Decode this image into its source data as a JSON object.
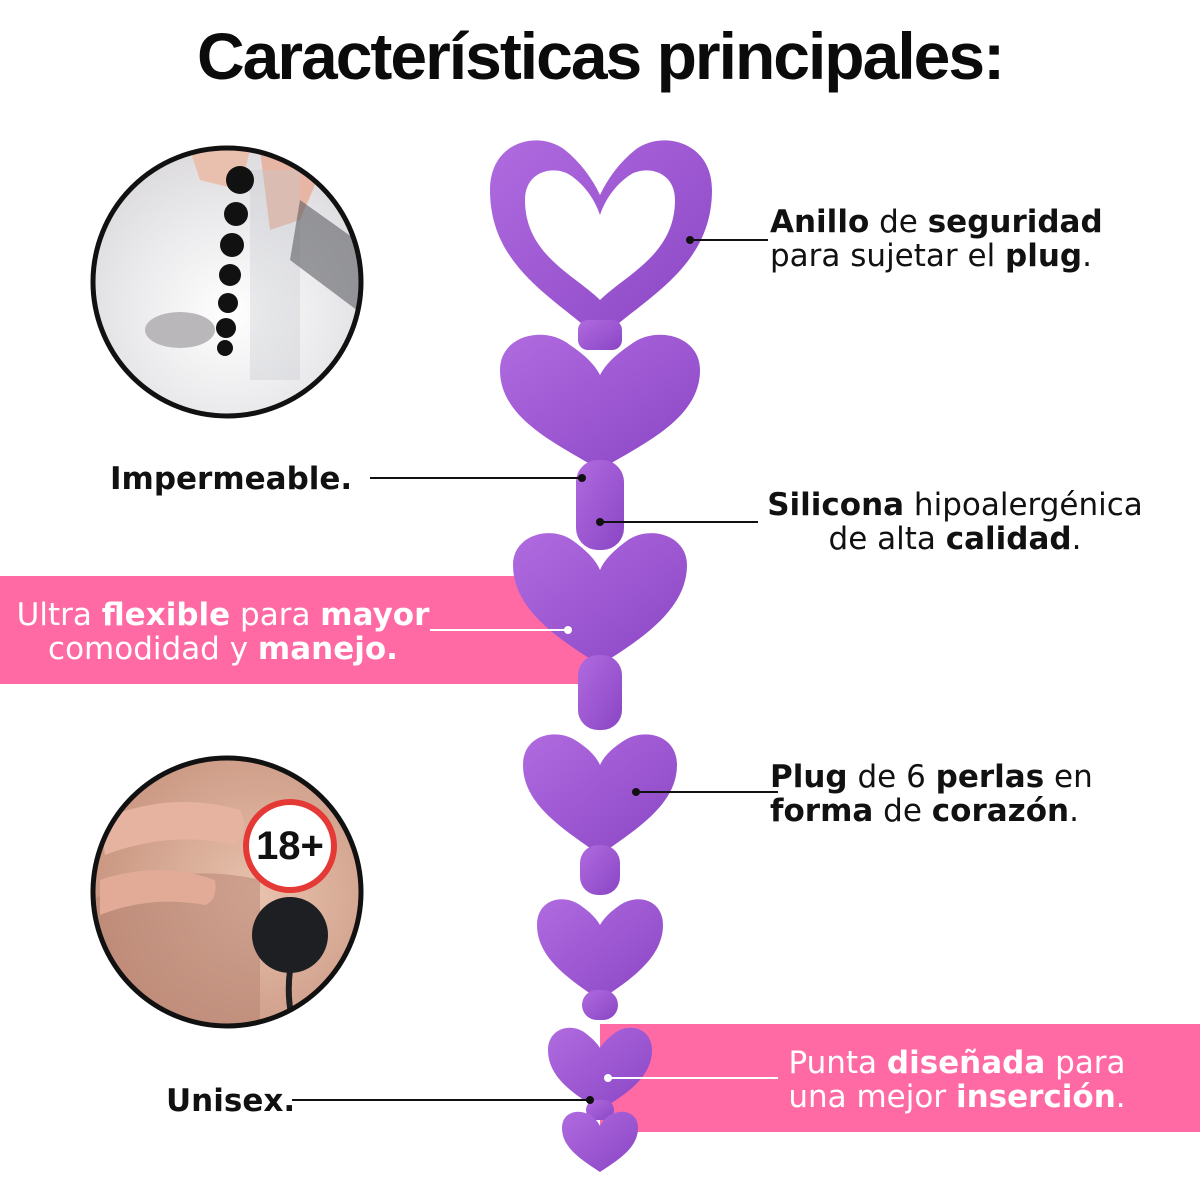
{
  "title": "Características principales:",
  "colors": {
    "accent_pink": "#ff6aa4",
    "product_purple": "#9b55cf",
    "text": "#111111"
  },
  "callouts": {
    "ring": {
      "b1": "Anillo",
      "t1": " de ",
      "b2": "seguridad",
      "t2": "para sujetar el ",
      "b3": "plug",
      "t3": "."
    },
    "silicona": {
      "b1": "Silicona",
      "t1": " hipoalergénica",
      "t2": "de alta ",
      "b2": "calidad",
      "t3": "."
    },
    "plug": {
      "b1": "Plug",
      "t1": " de 6 ",
      "b2": "perlas",
      "t2": " en",
      "b3": "forma",
      "t3": " de ",
      "b4": "corazón",
      "t4": "."
    },
    "flexible": {
      "t1": "Ultra ",
      "b1": "flexible",
      "t2": " para ",
      "b2": "mayor",
      "t3": "comodidad y ",
      "b3": "manejo."
    },
    "punta": {
      "t1": "Punta ",
      "b1": "diseñada",
      "t2": " para",
      "t3": "una mejor ",
      "b2": "inserción",
      "t4": "."
    },
    "impermeable": "Impermeable.",
    "unisex": "Unisex."
  },
  "badge": "18+",
  "images": {
    "top_circle": "photo-icon-washing-under-tap",
    "bottom_circle": "photo-icon-hand-with-black-bead"
  }
}
